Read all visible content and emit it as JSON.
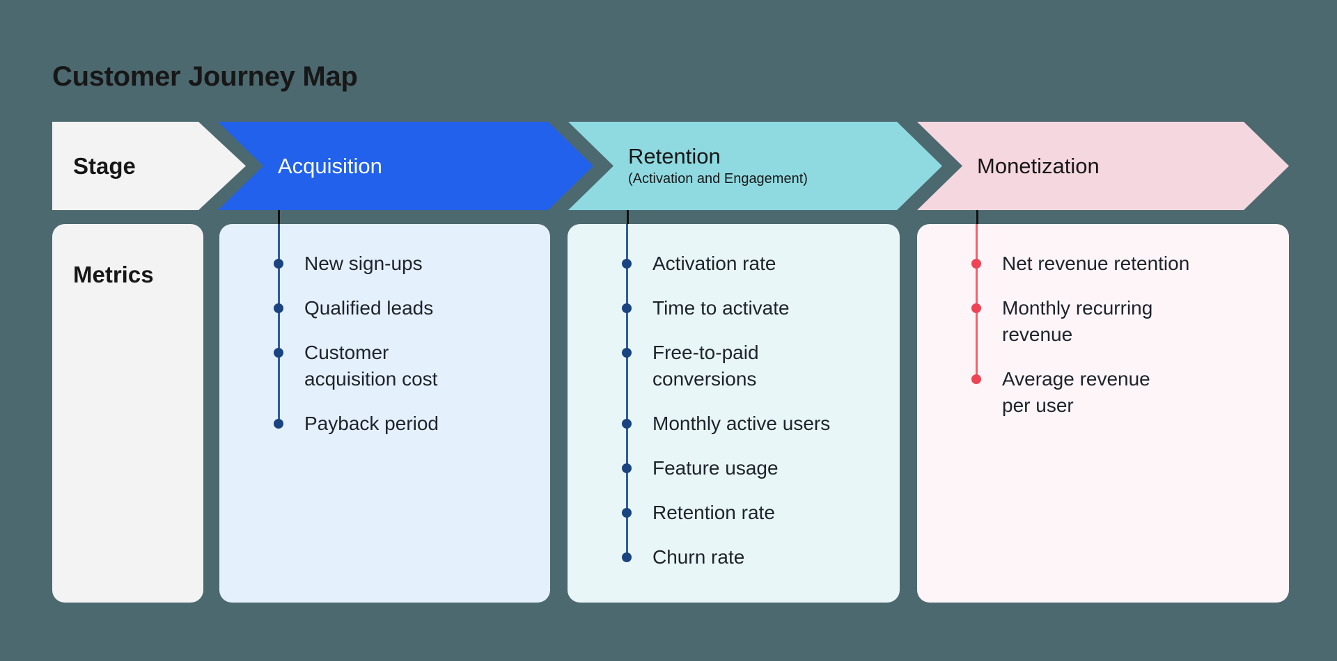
{
  "title": "Customer Journey Map",
  "row_labels": {
    "stage": "Stage",
    "metrics": "Metrics"
  },
  "colors": {
    "background": "#4D6970",
    "neutral_cell": "#F3F3F4",
    "connector_gap": "#101010",
    "dark_text": "#171717"
  },
  "stages": [
    {
      "label": "Acquisition",
      "sublabel": "",
      "arrow_color": "#2161EC",
      "label_color": "#FFFFFF",
      "card_color": "#E4F0FC",
      "line_color": "#2E5CA6",
      "dot_color": "#1A4480",
      "metrics": [
        "New sign-ups",
        "Qualified leads",
        "Customer\nacquisition cost",
        "Payback period"
      ]
    },
    {
      "label": "Retention",
      "sublabel": "(Activation and Engagement)",
      "arrow_color": "#8FDAE1",
      "label_color": "#171717",
      "card_color": "#E8F6F7",
      "line_color": "#2E5CA6",
      "dot_color": "#1A4480",
      "metrics": [
        "Activation rate",
        "Time to activate",
        "Free-to-paid\nconversions",
        "Monthly active users",
        "Feature usage",
        "Retention rate",
        "Churn rate"
      ]
    },
    {
      "label": "Monetization",
      "sublabel": "",
      "arrow_color": "#F5D7E0",
      "label_color": "#171717",
      "card_color": "#FDF5F8",
      "line_color": "#F4626C",
      "dot_color": "#EE4456",
      "metrics": [
        "Net revenue retention",
        "Monthly recurring\nrevenue",
        "Average revenue\nper user"
      ]
    }
  ]
}
